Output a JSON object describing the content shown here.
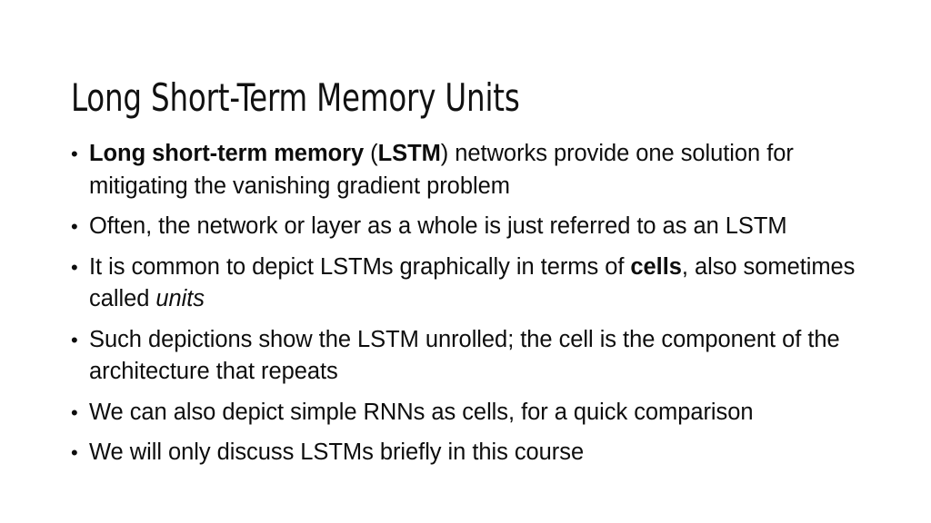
{
  "slide": {
    "title": "Long Short-Term Memory Units",
    "background_color": "#ffffff",
    "text_color": "#0d0d0d",
    "bullet_marker": "•",
    "bullets": [
      {
        "id": "bullet-lstm-definition",
        "runs": [
          {
            "text": "Long short-term memory",
            "style": "bold"
          },
          {
            "text": " (",
            "style": "regular"
          },
          {
            "text": "LSTM",
            "style": "bold"
          },
          {
            "text": ") networks provide one solution for mitigating the vanishing gradient problem",
            "style": "regular"
          }
        ]
      },
      {
        "id": "bullet-network-referred-to",
        "runs": [
          {
            "text": "Often, the network or layer as a whole is just referred to as an LSTM",
            "style": "regular"
          }
        ]
      },
      {
        "id": "bullet-depict-cells",
        "runs": [
          {
            "text": "It is common to depict LSTMs graphically in terms of ",
            "style": "regular"
          },
          {
            "text": "cells",
            "style": "bold"
          },
          {
            "text": ", also sometimes called ",
            "style": "regular"
          },
          {
            "text": "units",
            "style": "italic"
          }
        ]
      },
      {
        "id": "bullet-unrolled-depictions",
        "runs": [
          {
            "text": "Such depictions show the LSTM unrolled; the cell is the component of the architecture that repeats",
            "style": "regular"
          }
        ]
      },
      {
        "id": "bullet-simple-rnn-cells",
        "runs": [
          {
            "text": "We can also depict simple RNNs as cells, for a quick comparison",
            "style": "regular"
          }
        ]
      },
      {
        "id": "bullet-briefly-in-course",
        "runs": [
          {
            "text": "We will only discuss LSTMs briefly in this course",
            "style": "regular"
          }
        ]
      }
    ]
  }
}
